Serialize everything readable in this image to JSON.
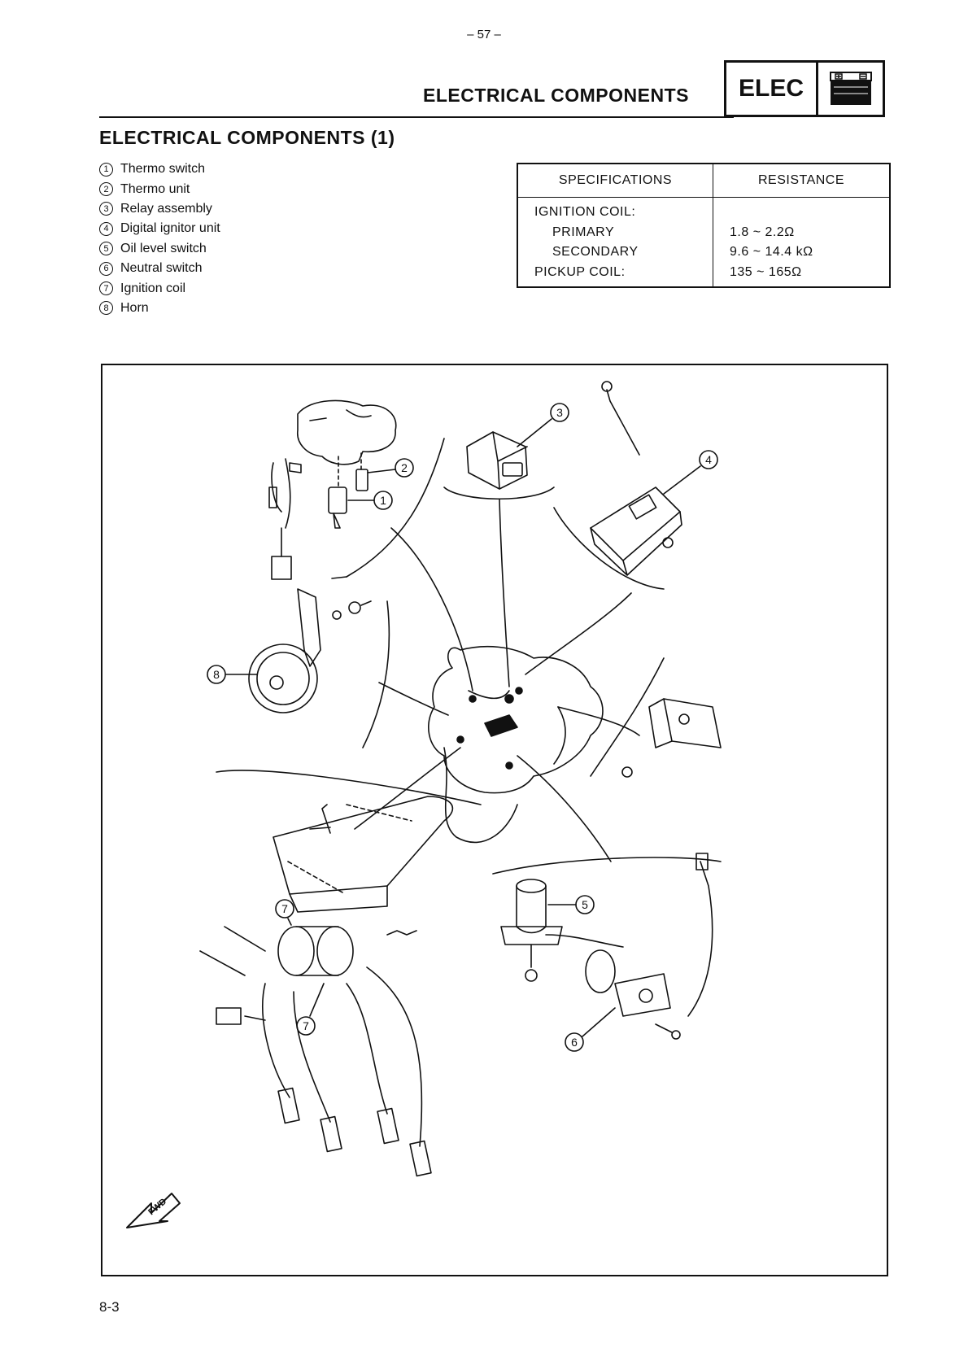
{
  "page_number": "– 57 –",
  "header": {
    "title": "ELECTRICAL COMPONENTS",
    "badge_text": "ELEC",
    "badge_icon": "battery-icon"
  },
  "section_title": "ELECTRICAL COMPONENTS (1)",
  "parts": [
    {
      "num": "1",
      "label": "Thermo switch"
    },
    {
      "num": "2",
      "label": "Thermo unit"
    },
    {
      "num": "3",
      "label": "Relay assembly"
    },
    {
      "num": "4",
      "label": "Digital ignitor unit"
    },
    {
      "num": "5",
      "label": "Oil level switch"
    },
    {
      "num": "6",
      "label": "Neutral switch"
    },
    {
      "num": "7",
      "label": "Ignition coil"
    },
    {
      "num": "8",
      "label": "Horn"
    }
  ],
  "spec_table": {
    "headers": [
      "SPECIFICATIONS",
      "RESISTANCE"
    ],
    "rows": [
      {
        "spec": "IGNITION COIL:",
        "value": ""
      },
      {
        "spec": "PRIMARY",
        "value": "1.8 ~ 2.2Ω"
      },
      {
        "spec": "SECONDARY",
        "value": "9.6 ~ 14.4 kΩ"
      },
      {
        "spec": "PICKUP COIL:",
        "value": "135 ~ 165Ω"
      }
    ]
  },
  "diagram": {
    "callouts": [
      "1",
      "2",
      "3",
      "4",
      "5",
      "6",
      "7",
      "7",
      "8"
    ],
    "fwd_label": "FWD"
  },
  "footer_code": "8-3"
}
